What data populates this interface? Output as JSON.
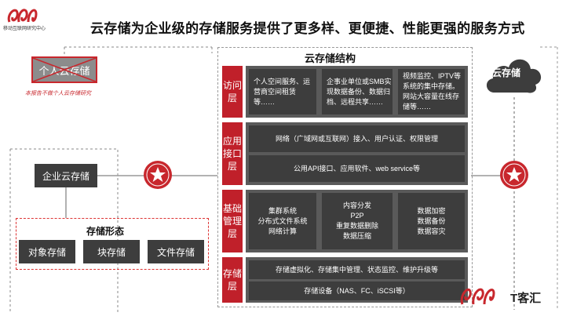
{
  "header": {
    "logo_subtitle": "移动互联网研究中心",
    "title": "云存储为企业级的存储服务提供了更多样、更便捷、性能更强的服务方式"
  },
  "left": {
    "personal_storage": "个人云存储",
    "personal_note": "本报告不做个人云存储研究",
    "enterprise_storage": "企业云存储",
    "forms_label": "存储形态",
    "forms": [
      "对象存储",
      "块存储",
      "文件存储"
    ]
  },
  "structure": {
    "title": "云存储结构",
    "layers": [
      {
        "label": "访问层",
        "cells": [
          "个人空间服务、运营商空间租赁等……",
          "企事业单位或SMB实现数据备份、数据归档、远程共享……",
          "视频监控、IPTV等系统的集中存储。网站大容量在线存储等……"
        ]
      },
      {
        "label": "应用接口层",
        "cells": [
          "网络（广域网或互联网）接入、用户认证、权限管理",
          "公用API接口、应用软件、web service等"
        ]
      },
      {
        "label": "基础管理层",
        "cells": [
          "集群系统\n分布式文件系统\n网络计算",
          "内容分发\nP2P\n重复数据删除\n数据压缩",
          "数据加密\n数据备份\n数据容灾"
        ]
      },
      {
        "label": "存储层",
        "cells": [
          "存储虚拟化、存储集中管理、状态监控、维护升级等",
          "存储设备（NAS、FC、iSCSI等）"
        ]
      }
    ]
  },
  "right": {
    "cloud_label": "云存储"
  },
  "watermark": {
    "text": "T客汇"
  },
  "icons": {
    "star_badge": "star-icon",
    "cloud": "cloud-icon"
  },
  "colors": {
    "accent": "#c8272d",
    "dark": "#3d3d3d",
    "panel": "#5a5a5a"
  }
}
